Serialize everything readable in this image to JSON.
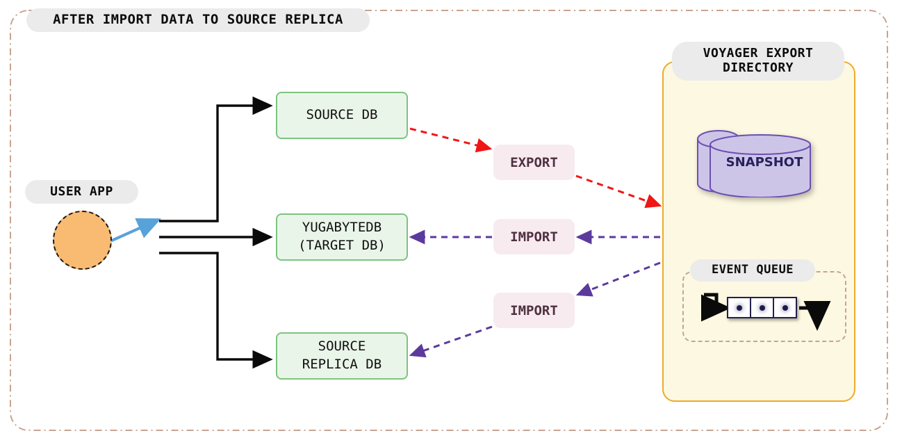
{
  "diagram": {
    "title": "AFTER IMPORT DATA TO SOURCE REPLICA",
    "colors": {
      "frame_border": "#c9a392",
      "pill_background": "#ebebeb",
      "db_box_fill": "#eaf5e9",
      "db_box_border": "#7cc47f",
      "voyager_fill": "#fdf8e1",
      "voyager_border": "#edab2a",
      "chip_fill": "#f7ebf0",
      "chip_text": "#50303f",
      "export_arrow": "#f01616",
      "import_arrow": "#5b3a9e",
      "user_arrow": "#58a2da",
      "user_circle": "#f9bb72",
      "snapshot_fill": "#cdc5e8",
      "snapshot_border": "#6b4fb0",
      "queue_dot": "#1d1b4b"
    }
  },
  "user_app": {
    "label": "USER APP",
    "shape": "circle"
  },
  "databases": [
    {
      "id": "source-db",
      "line1": "SOURCE DB",
      "line2": ""
    },
    {
      "id": "yugabytedb",
      "line1": "YUGABYTEDB",
      "line2": "(TARGET DB)"
    },
    {
      "id": "source-replica",
      "line1": "SOURCE",
      "line2": "REPLICA DB"
    }
  ],
  "actions": [
    {
      "id": "export",
      "label": "EXPORT",
      "direction": "source-db -> voyager-export-directory",
      "style": "dashed-red"
    },
    {
      "id": "import-1",
      "label": "IMPORT",
      "direction": "voyager-export-directory -> yugabytedb",
      "style": "dashed-purple"
    },
    {
      "id": "import-2",
      "label": "IMPORT",
      "direction": "voyager-export-directory <-> source-replica-db",
      "style": "dashed-purple"
    }
  ],
  "voyager": {
    "title_line1": "VOYAGER EXPORT",
    "title_line2": "DIRECTORY",
    "snapshot": {
      "label": "SNAPSHOT",
      "icon": "database-cylinder-icon"
    },
    "event_queue": {
      "label": "EVENT QUEUE",
      "cells": [
        {
          "dot": "event-dot"
        },
        {
          "dot": "event-dot"
        },
        {
          "dot": "event-dot"
        }
      ]
    }
  }
}
